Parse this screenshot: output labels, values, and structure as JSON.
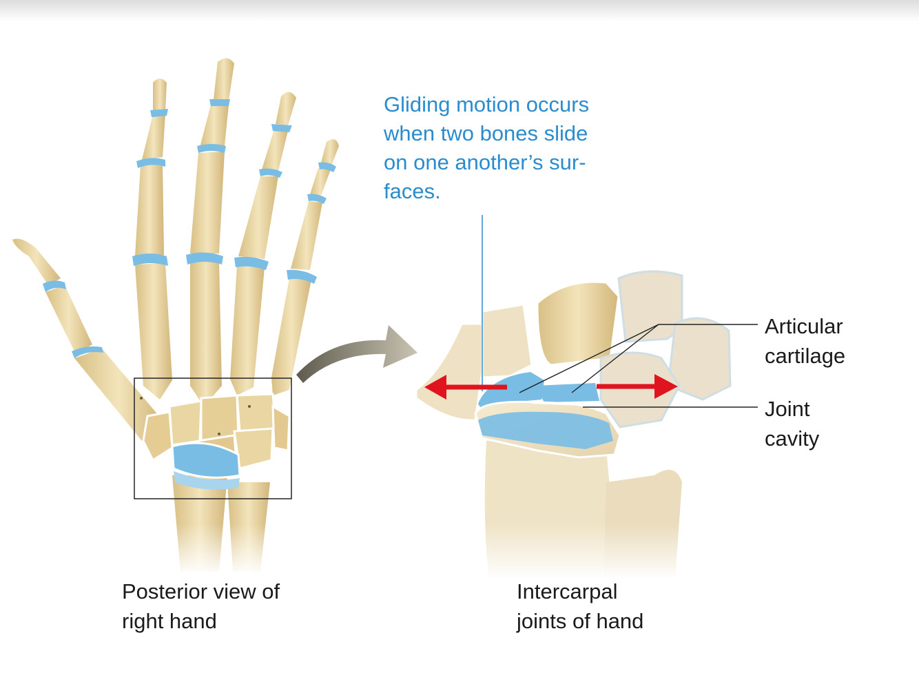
{
  "gliding_caption": {
    "line1": "Gliding motion occurs",
    "line2": "when two bones slide",
    "line3": "on one another’s sur-",
    "line4": "faces."
  },
  "labels": {
    "articular_cartilage": {
      "line1": "Articular",
      "line2": "cartilage"
    },
    "joint_cavity": {
      "line1": "Joint",
      "line2": "cavity"
    }
  },
  "captions": {
    "left": {
      "line1": "Posterior view of",
      "line2": "right hand"
    },
    "right": {
      "line1": "Intercarpal",
      "line2": "joints of hand"
    }
  },
  "colors": {
    "bone": "#eedcab",
    "bone_shadow": "#c9ad72",
    "cartilage": "#79bde5",
    "caption_text": "#2a8ccf",
    "motion_arrow": "#e0141e",
    "zoom_arrow": "#8a8676"
  }
}
